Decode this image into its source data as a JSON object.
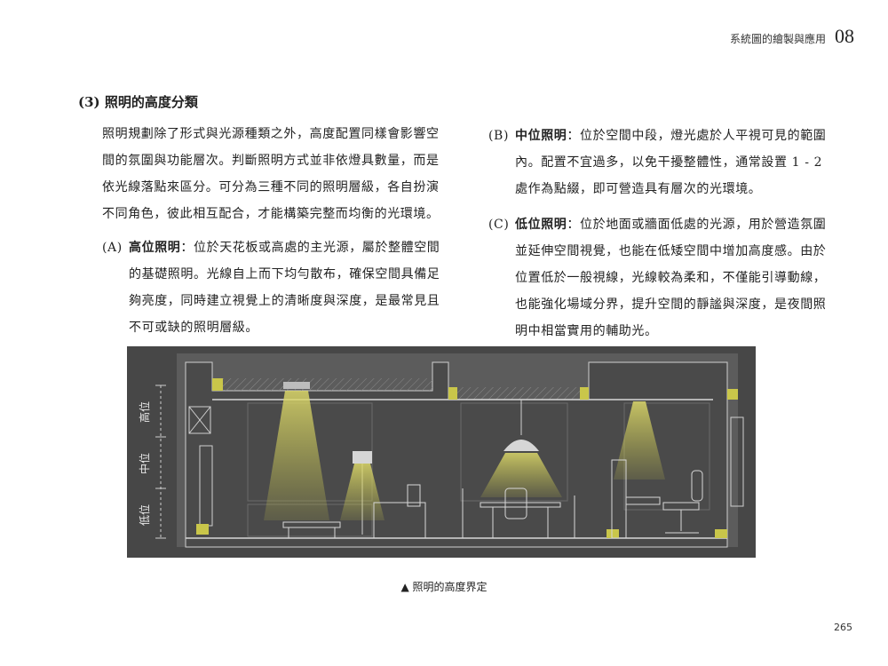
{
  "header": {
    "section_title": "系統圖的繪製與應用",
    "chapter_number": "08"
  },
  "heading": "(3) 照明的高度分類",
  "intro": "照明規劃除了形式與光源種類之外，高度配置同樣會影響空間的氛圍與功能層次。判斷照明方式並非依燈具數量，而是依光線落點來區分。可分為三種不同的照明層級，各自扮演不同角色，彼此相互配合，才能構築完整而均衡的光環境。",
  "items": [
    {
      "label": "(A)",
      "term": "高位照明",
      "text": "：位於天花板或高處的主光源，屬於整體空間的基礎照明。光線自上而下均勻散布，確保空間具備足夠亮度，同時建立視覺上的清晰度與深度，是最常見且不可或缺的照明層級。"
    },
    {
      "label": "(B)",
      "term": "中位照明",
      "text": "：位於空間中段，燈光處於人平視可見的範圍內。配置不宜過多，以免干擾整體性，通常設置 1 - 2 處作為點綴，即可營造具有層次的光環境。"
    },
    {
      "label": "(C)",
      "term": "低位照明",
      "text": "：位於地面或牆面低處的光源，用於營造氛圍並延伸空間視覺，也能在低矮空間中增加高度感。由於位置低於一般視線，光線較為柔和，不僅能引導動線，也能強化場域分界，提升空間的靜謐與深度，是夜間照明中相當實用的輔助光。"
    }
  ],
  "figure": {
    "level_labels": {
      "high": "高位",
      "mid": "中位",
      "low": "低位"
    },
    "colors": {
      "background": "#474747",
      "wall": "#5a5a5a",
      "line": "#dcdcdc",
      "light": "#c9c64a",
      "beam": "#d8d56a"
    }
  },
  "caption": "▲ 照明的高度界定",
  "page_number": "265"
}
